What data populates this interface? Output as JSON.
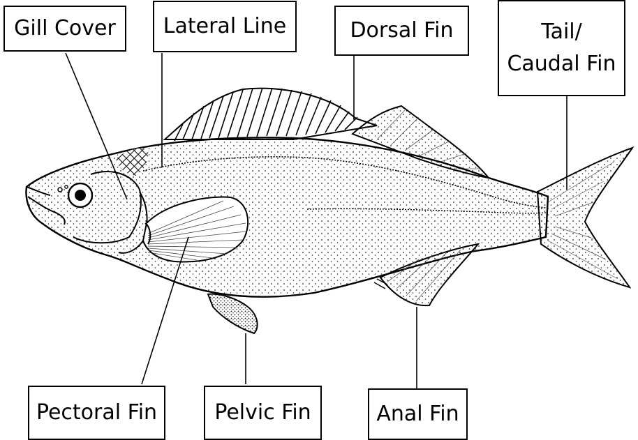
{
  "labels": {
    "gill_cover": "Gill Cover",
    "lateral_line": "Lateral Line",
    "dorsal_fin": "Dorsal Fin",
    "tail_caudal_fin": "Tail/\nCaudal Fin",
    "pectoral_fin": "Pectoral Fin",
    "pelvic_fin": "Pelvic Fin",
    "anal_fin": "Anal Fin"
  },
  "colors": {
    "line": "#000000",
    "background": "#ffffff",
    "stipple": "#222222"
  }
}
